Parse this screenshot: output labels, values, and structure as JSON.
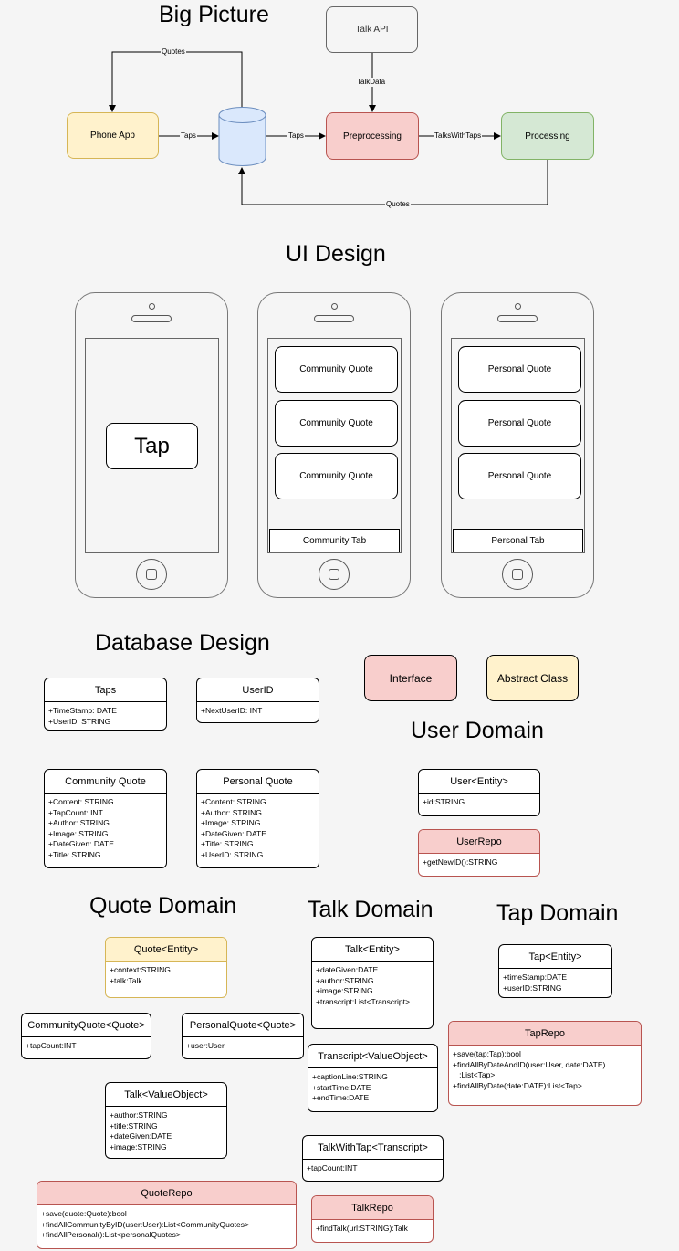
{
  "titles": {
    "big_picture": "Big Picture",
    "ui_design": "UI Design",
    "database_design": "Database Design",
    "user_domain": "User Domain",
    "quote_domain": "Quote Domain",
    "talk_domain": "Talk Domain",
    "tap_domain": "Tap Domain"
  },
  "flow": {
    "nodes": {
      "phone_app": "Phone App",
      "talk_api": "Talk API",
      "preprocessing": "Preprocessing",
      "processing": "Processing"
    },
    "edge_labels": {
      "quotes_top": "Quotes",
      "taps_1": "Taps",
      "taps_2": "Taps",
      "talk_data": "TalkData",
      "talks_with_taps": "TalksWithTaps",
      "quotes_bottom": "Quotes"
    }
  },
  "ui": {
    "tap_button": "Tap",
    "community_quotes": [
      "Community Quote",
      "Community Quote",
      "Community Quote"
    ],
    "community_tab": "Community Tab",
    "personal_quotes": [
      "Personal Quote",
      "Personal Quote",
      "Personal Quote"
    ],
    "personal_tab": "Personal Tab"
  },
  "legend": {
    "interface": "Interface",
    "abstract_class": "Abstract Class"
  },
  "classes": {
    "taps": {
      "name": "Taps",
      "body": "+TimeStamp: DATE\n+UserID: STRING"
    },
    "userid": {
      "name": "UserID",
      "body": "+NextUserID: INT"
    },
    "community_quote": {
      "name": "Community Quote",
      "body": "+Content: STRING\n+TapCount: INT\n+Author: STRING\n+Image: STRING\n+DateGiven: DATE\n+Title: STRING"
    },
    "personal_quote": {
      "name": "Personal Quote",
      "body": "+Content: STRING\n+Author: STRING\n+Image: STRING\n+DateGiven: DATE\n+Title: STRING\n+UserID: STRING"
    },
    "user_entity": {
      "name": "User<Entity>",
      "body": "+id:STRING"
    },
    "user_repo": {
      "name": "UserRepo",
      "body": "+getNewID():STRING"
    },
    "quote_entity": {
      "name": "Quote<Entity>",
      "body": "+context:STRING\n+talk:Talk"
    },
    "community_quote_q": {
      "name": "CommunityQuote<Quote>",
      "body": "+tapCount:INT"
    },
    "personal_quote_q": {
      "name": "PersonalQuote<Quote>",
      "body": "+user:User"
    },
    "talk_value_object": {
      "name": "Talk<ValueObject>",
      "body": "+author:STRING\n+title:STRING\n+dateGiven:DATE\n+image:STRING"
    },
    "quote_repo": {
      "name": "QuoteRepo",
      "body": "+save(quote:Quote):bool\n+findAllCommunityByID(user:User):List<CommunityQuotes>\n+findAllPersonal():List<personalQuotes>"
    },
    "talk_entity": {
      "name": "Talk<Entity>",
      "body": "+dateGiven:DATE\n+author:STRING\n+image:STRING\n+transcript:List<Transcript>"
    },
    "transcript": {
      "name": "Transcript<ValueObject>",
      "body": "+captionLine:STRING\n+startTime:DATE\n+endTime:DATE"
    },
    "talk_with_tap": {
      "name": "TalkWithTap<Transcript>",
      "body": "+tapCount:INT"
    },
    "talk_repo": {
      "name": "TalkRepo",
      "body": "+findTalk(url:STRING):Talk"
    },
    "tap_entity": {
      "name": "Tap<Entity>",
      "body": "+timeStamp:DATE\n+userID:STRING"
    },
    "tap_repo": {
      "name": "TapRepo",
      "body": "+save(tap:Tap):bool\n+findAllByDateAndID(user:User, date:DATE)\n   :List<Tap>\n+findAllByDate(date:DATE):List<Tap>"
    }
  }
}
